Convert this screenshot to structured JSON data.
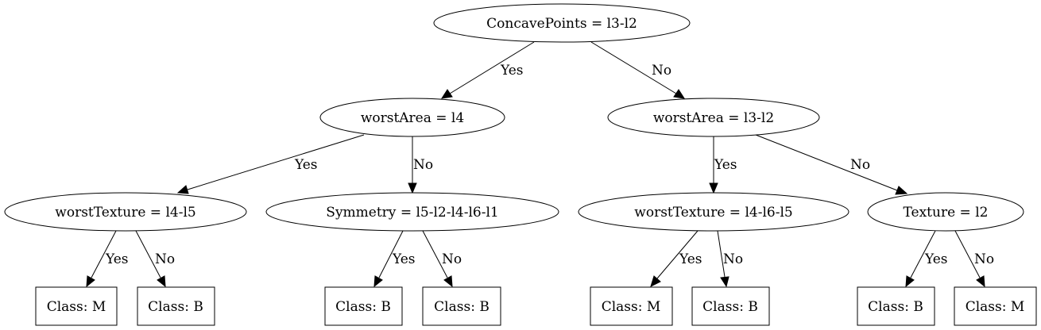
{
  "nodes": {
    "root": "ConcavePoints = l3-l2",
    "l_area": "worstArea = l4",
    "r_area": "worstArea = l3-l2",
    "ll_texture": "worstTexture = l4-l5",
    "lr_symmetry": "Symmetry = l5-l2-l4-l6-l1",
    "rl_texture": "worstTexture = l4-l6-l5",
    "rr_texture": "Texture = l2",
    "leaf1": "Class: M",
    "leaf2": "Class: B",
    "leaf3": "Class: B",
    "leaf4": "Class: B",
    "leaf5": "Class: M",
    "leaf6": "Class: B",
    "leaf7": "Class: B",
    "leaf8": "Class: M"
  },
  "edges": {
    "root_l": "Yes",
    "root_r": "No",
    "larea_l": "Yes",
    "larea_r": "No",
    "rarea_l": "Yes",
    "rarea_r": "No",
    "lltex_l": "Yes",
    "lltex_r": "No",
    "lrsym_l": "Yes",
    "lrsym_r": "No",
    "rltex_l": "Yes",
    "rltex_r": "No",
    "rrtex_l": "Yes",
    "rrtex_r": "No"
  }
}
